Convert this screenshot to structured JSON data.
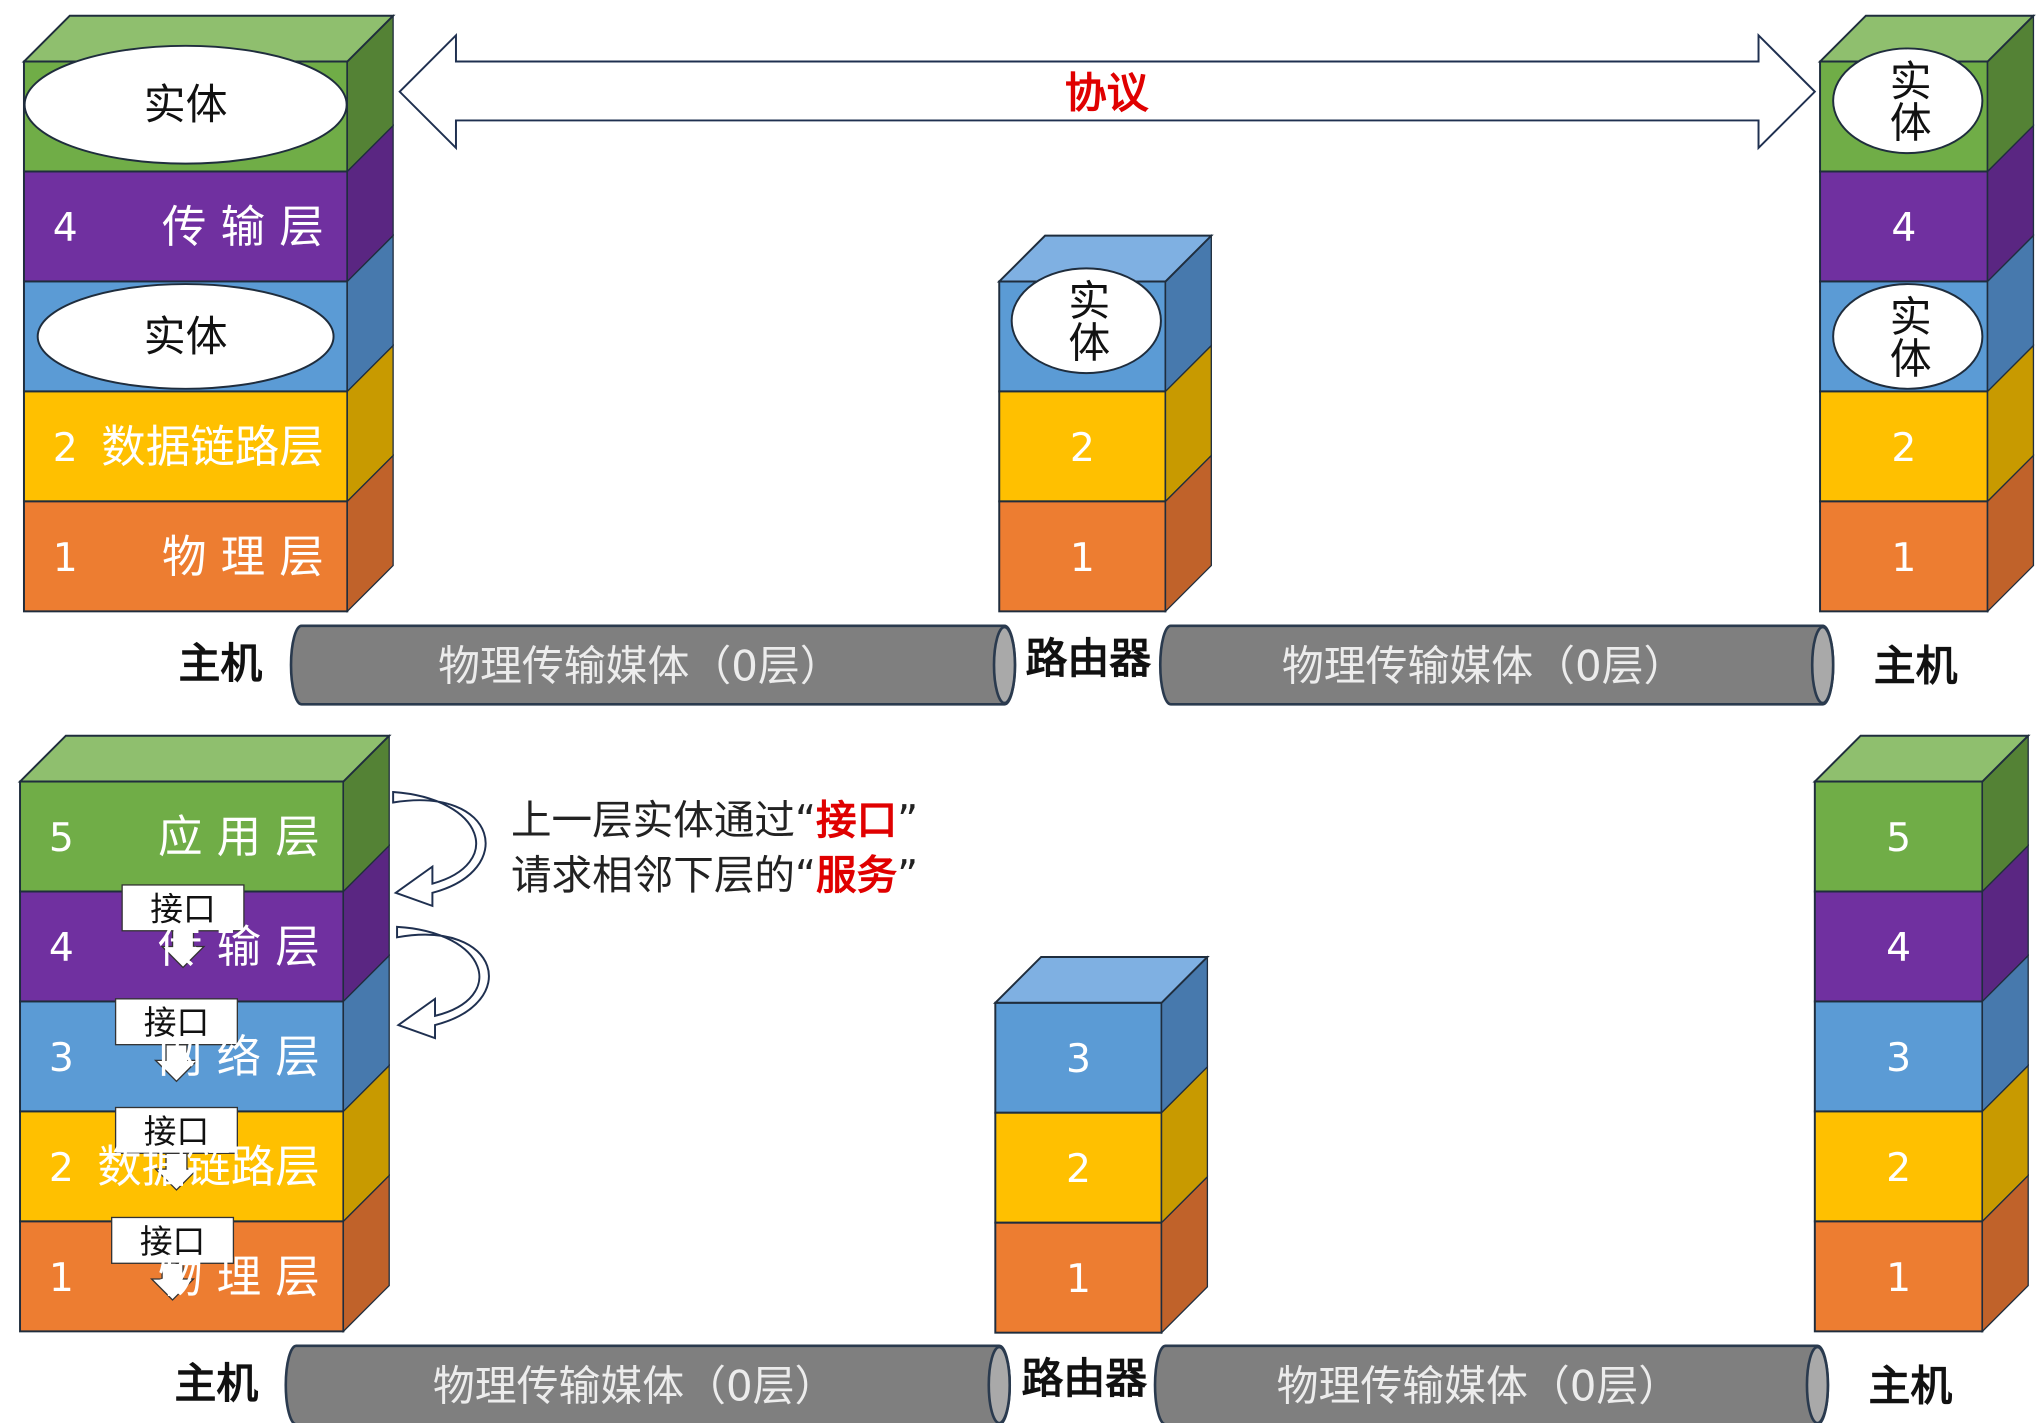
{
  "protocol_label": "协议",
  "top": {
    "left_host": {
      "label": "主机",
      "layers": [
        {
          "entity": "实体"
        },
        {
          "num": "4",
          "name": "传 输 层"
        },
        {
          "entity": "实体"
        },
        {
          "num": "2",
          "name": "数据链路层"
        },
        {
          "num": "1",
          "name": "物 理 层"
        }
      ]
    },
    "router": {
      "label": "路由器",
      "layers": [
        {
          "entity": "实体"
        },
        {
          "num": "2"
        },
        {
          "num": "1"
        }
      ]
    },
    "right_host": {
      "label": "主机",
      "layers": [
        {
          "entity": "实体"
        },
        {
          "num": "4"
        },
        {
          "entity": "实体"
        },
        {
          "num": "2"
        },
        {
          "num": "1"
        }
      ]
    },
    "media": [
      "物理传输媒体（0层）",
      "物理传输媒体（0层）"
    ]
  },
  "bottom": {
    "left_host": {
      "label": "主机",
      "layers": [
        {
          "num": "5",
          "name": "应 用 层"
        },
        {
          "num": "4",
          "name": "传 输 层"
        },
        {
          "num": "3",
          "name": "网 络 层"
        },
        {
          "num": "2",
          "name": "数据链路层"
        },
        {
          "num": "1",
          "name": "物 理 层"
        }
      ]
    },
    "interfaces": [
      "接口",
      "接口",
      "接口",
      "接口"
    ],
    "router": {
      "label": "路由器",
      "layers": [
        {
          "num": "3"
        },
        {
          "num": "2"
        },
        {
          "num": "1"
        }
      ]
    },
    "right_host": {
      "label": "主机",
      "layers": [
        {
          "num": "5"
        },
        {
          "num": "4"
        },
        {
          "num": "3"
        },
        {
          "num": "2"
        },
        {
          "num": "1"
        }
      ]
    },
    "media": [
      "物理传输媒体（0层）",
      "物理传输媒体（0层）"
    ],
    "note": {
      "line1_prefix": "上一层实体通过“",
      "line1_key": "接口",
      "line1_suffix": "”",
      "line2_prefix": "请求相邻下层的“",
      "line2_key": "服务",
      "line2_suffix": "”"
    }
  },
  "colors": {
    "layer5": "#70ad47",
    "layer4": "#7030a0",
    "layer3": "#5b9bd5",
    "layer2": "#ffc000",
    "layer1": "#ed7d31",
    "accent": "#e00000",
    "media": "#7f7f7f"
  }
}
